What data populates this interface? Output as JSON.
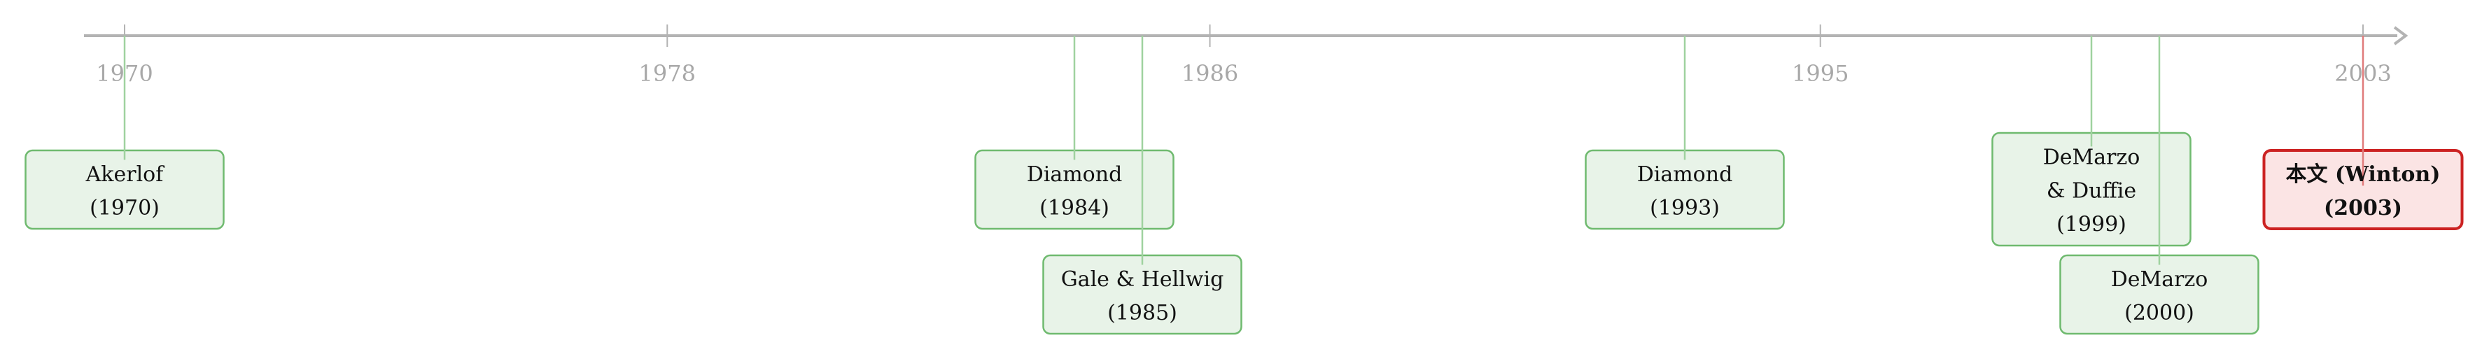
{
  "timeline": {
    "ticks": [
      {
        "year": 1970,
        "label": "1970"
      },
      {
        "year": 1978,
        "label": "1978"
      },
      {
        "year": 1986,
        "label": "1986"
      },
      {
        "year": 1995,
        "label": "1995"
      },
      {
        "year": 2003,
        "label": "2003"
      }
    ],
    "nodes": [
      {
        "id": "akerlof-1970",
        "year": 1970,
        "lines": [
          "Akerlof",
          "(1970)"
        ],
        "highlight": false
      },
      {
        "id": "diamond-1984",
        "year": 1984,
        "lines": [
          "Diamond",
          "(1984)"
        ],
        "highlight": false
      },
      {
        "id": "gale-hellwig-1985",
        "year": 1985,
        "lines": [
          "Gale & Hellwig",
          "(1985)"
        ],
        "highlight": false
      },
      {
        "id": "diamond-1993",
        "year": 1993,
        "lines": [
          "Diamond",
          "(1993)"
        ],
        "highlight": false
      },
      {
        "id": "demarzo-duffie-1999",
        "year": 1999,
        "lines": [
          "DeMarzo",
          "& Duffie",
          "(1999)"
        ],
        "highlight": false
      },
      {
        "id": "demarzo-2000",
        "year": 2000,
        "lines": [
          "DeMarzo",
          "(2000)"
        ],
        "highlight": false
      },
      {
        "id": "winton-2003",
        "year": 2003,
        "lines": [
          "本文 (Winton)",
          "(2003)"
        ],
        "highlight": true
      }
    ]
  },
  "colors": {
    "axis": "#b3b3b3",
    "tick_label": "#a8a8a8",
    "node_fill": "#e8f3e8",
    "node_border": "#6fba6f",
    "connector": "#9fd29f",
    "highlight_fill": "#fbe4e4",
    "highlight_border": "#cc2222",
    "highlight_connector": "#e07b7b"
  }
}
